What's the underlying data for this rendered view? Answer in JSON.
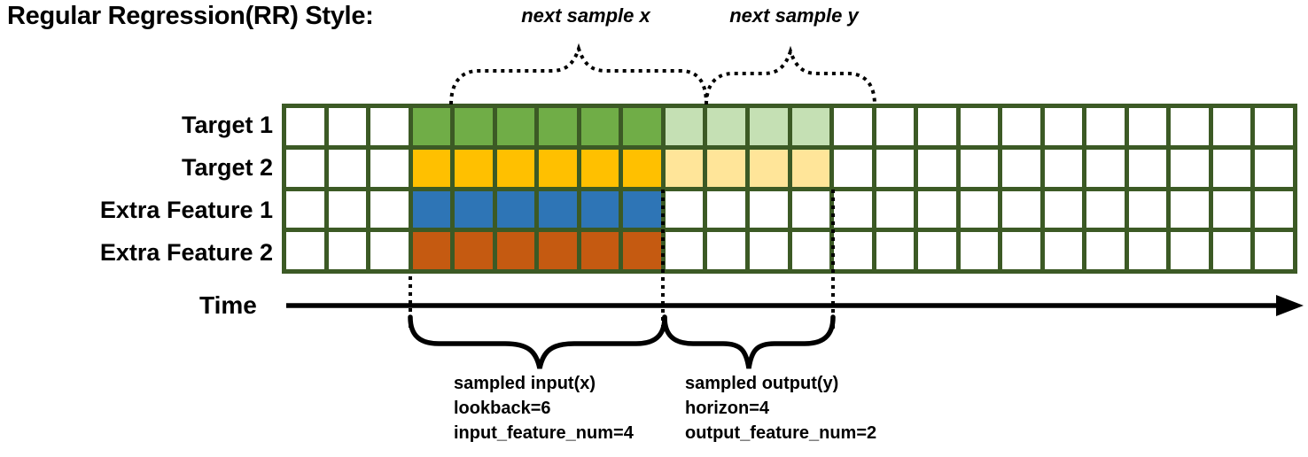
{
  "title": "Regular Regression(RR) Style:",
  "annotations": {
    "next_sample_x": "next sample x",
    "next_sample_y": "next sample y"
  },
  "rows": [
    {
      "label": "Target 1",
      "input_color": "#70AD47",
      "output_color": "#C5E0B4",
      "has_output": true
    },
    {
      "label": "Target 2",
      "input_color": "#FFC000",
      "output_color": "#FFE599",
      "has_output": true
    },
    {
      "label": "Extra Feature 1",
      "input_color": "#2E75B6",
      "output_color": null,
      "has_output": false
    },
    {
      "label": "Extra Feature 2",
      "input_color": "#C55A11",
      "output_color": null,
      "has_output": false
    }
  ],
  "grid": {
    "columns": 24,
    "lead_empty_cols": 3,
    "input_cols": 6,
    "output_cols": 4,
    "border_color": "#3C5A25",
    "cell_color": "#FFFFFF"
  },
  "time_axis": {
    "label": "Time",
    "color": "#000000"
  },
  "sample_info": {
    "input": {
      "lines": [
        "sampled input(x)",
        "lookback=6",
        "input_feature_num=4"
      ]
    },
    "output": {
      "lines": [
        "sampled output(y)",
        "horizon=4",
        "output_feature_num=2"
      ]
    }
  }
}
